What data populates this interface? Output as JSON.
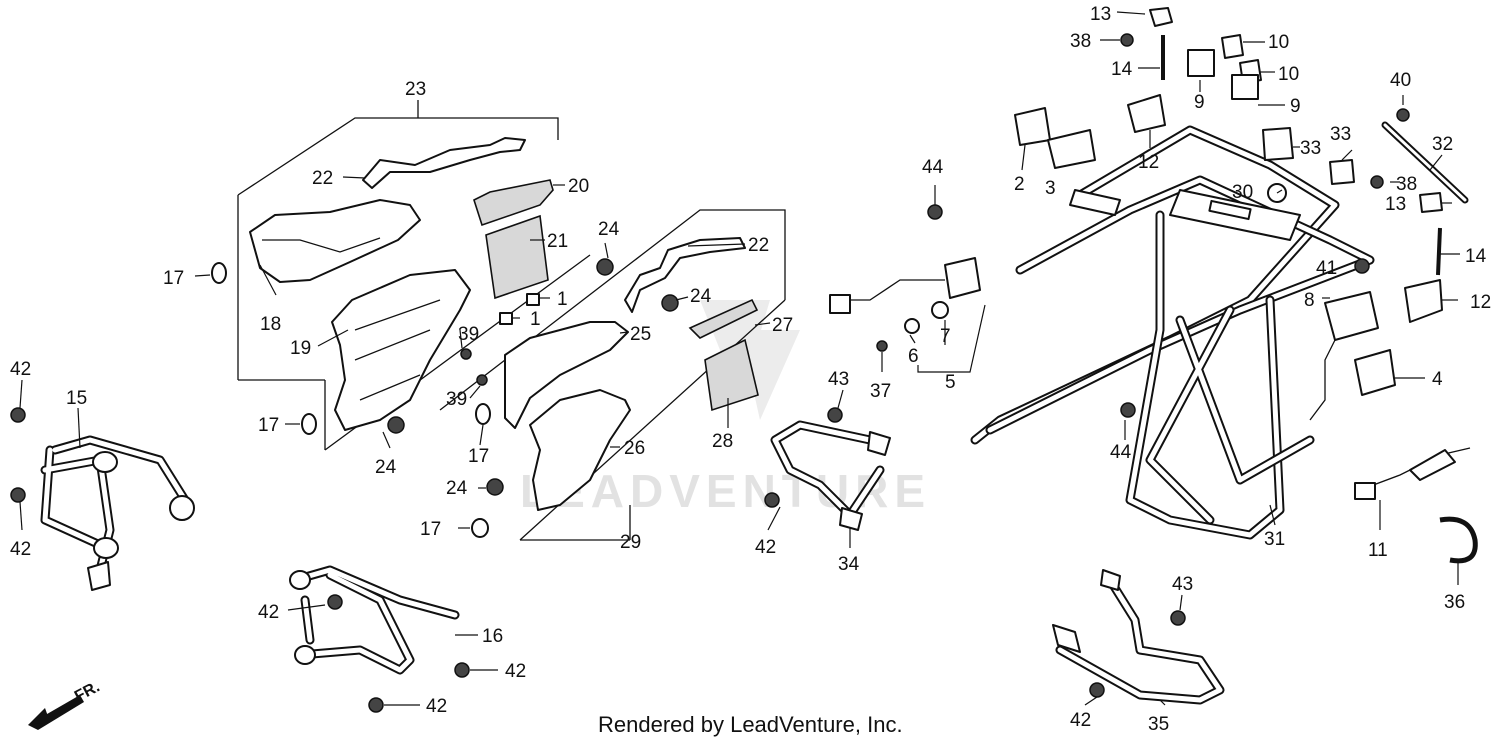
{
  "diagram": {
    "credit": "Rendered by LeadVenture, Inc.",
    "watermark": "LEADVENTURE",
    "direction_marker": "FR.",
    "callouts": [
      {
        "id": "c13a",
        "label": "13"
      },
      {
        "id": "c38a",
        "label": "38"
      },
      {
        "id": "c14a",
        "label": "14"
      },
      {
        "id": "c10a",
        "label": "10"
      },
      {
        "id": "c10b",
        "label": "10"
      },
      {
        "id": "c9a",
        "label": "9"
      },
      {
        "id": "c9b",
        "label": "9"
      },
      {
        "id": "c12a",
        "label": "12"
      },
      {
        "id": "c2",
        "label": "2"
      },
      {
        "id": "c3",
        "label": "3"
      },
      {
        "id": "c33a",
        "label": "33"
      },
      {
        "id": "c33b",
        "label": "33"
      },
      {
        "id": "c30",
        "label": "30"
      },
      {
        "id": "c40",
        "label": "40"
      },
      {
        "id": "c32",
        "label": "32"
      },
      {
        "id": "c38b",
        "label": "38"
      },
      {
        "id": "c13b",
        "label": "13"
      },
      {
        "id": "c14b",
        "label": "14"
      },
      {
        "id": "c41",
        "label": "41"
      },
      {
        "id": "c12b",
        "label": "12"
      },
      {
        "id": "c8",
        "label": "8"
      },
      {
        "id": "c4",
        "label": "4"
      },
      {
        "id": "c11",
        "label": "11"
      },
      {
        "id": "c36",
        "label": "36"
      },
      {
        "id": "c31",
        "label": "31"
      },
      {
        "id": "c44a",
        "label": "44"
      },
      {
        "id": "c44b",
        "label": "44"
      },
      {
        "id": "c7",
        "label": "7"
      },
      {
        "id": "c6",
        "label": "6"
      },
      {
        "id": "c5",
        "label": "5"
      },
      {
        "id": "c37",
        "label": "37"
      },
      {
        "id": "c43a",
        "label": "43"
      },
      {
        "id": "c43b",
        "label": "43"
      },
      {
        "id": "c42a",
        "label": "42"
      },
      {
        "id": "c42b",
        "label": "42"
      },
      {
        "id": "c42c",
        "label": "42"
      },
      {
        "id": "c42d",
        "label": "42"
      },
      {
        "id": "c42e",
        "label": "42"
      },
      {
        "id": "c42f",
        "label": "42"
      },
      {
        "id": "c42g",
        "label": "42"
      },
      {
        "id": "c34",
        "label": "34"
      },
      {
        "id": "c35",
        "label": "35"
      },
      {
        "id": "c15",
        "label": "15"
      },
      {
        "id": "c16",
        "label": "16"
      },
      {
        "id": "c23",
        "label": "23"
      },
      {
        "id": "c22a",
        "label": "22"
      },
      {
        "id": "c22b",
        "label": "22"
      },
      {
        "id": "c20",
        "label": "20"
      },
      {
        "id": "c21",
        "label": "21"
      },
      {
        "id": "c24a",
        "label": "24"
      },
      {
        "id": "c24b",
        "label": "24"
      },
      {
        "id": "c24c",
        "label": "24"
      },
      {
        "id": "c24d",
        "label": "24"
      },
      {
        "id": "c17a",
        "label": "17"
      },
      {
        "id": "c17b",
        "label": "17"
      },
      {
        "id": "c17c",
        "label": "17"
      },
      {
        "id": "c17d",
        "label": "17"
      },
      {
        "id": "c18",
        "label": "18"
      },
      {
        "id": "c19",
        "label": "19"
      },
      {
        "id": "c39a",
        "label": "39"
      },
      {
        "id": "c39b",
        "label": "39"
      },
      {
        "id": "c1a",
        "label": "1"
      },
      {
        "id": "c1b",
        "label": "1"
      },
      {
        "id": "c25",
        "label": "25"
      },
      {
        "id": "c26",
        "label": "26"
      },
      {
        "id": "c27",
        "label": "27"
      },
      {
        "id": "c28",
        "label": "28"
      },
      {
        "id": "c29",
        "label": "29"
      }
    ]
  }
}
